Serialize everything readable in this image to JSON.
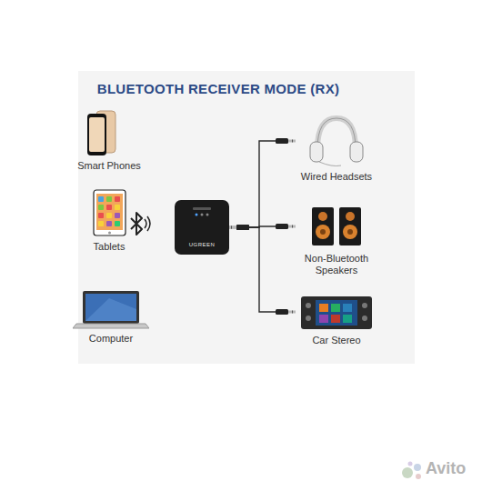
{
  "diagram": {
    "title": "BLUETOOTH RECEIVER MODE (RX)",
    "nodes": [
      {
        "text": [
          "Smart Phones"
        ]
      },
      {
        "text": [
          "Tablets"
        ]
      },
      {
        "text": [
          "Computer"
        ]
      },
      {
        "text": [
          "UGREEN"
        ]
      },
      {
        "text": [
          "Wired Headsets"
        ]
      },
      {
        "text": [
          "Non-Bluetooth Speakers"
        ]
      },
      {
        "text": [
          "Car Stereo"
        ]
      }
    ],
    "edges": [
      {
        "from": 3,
        "to": 4,
        "arrow": "none"
      },
      {
        "from": 3,
        "to": 5,
        "arrow": "none"
      },
      {
        "from": 3,
        "to": 6,
        "arrow": "none"
      }
    ],
    "labels": [
      "Avito"
    ]
  }
}
